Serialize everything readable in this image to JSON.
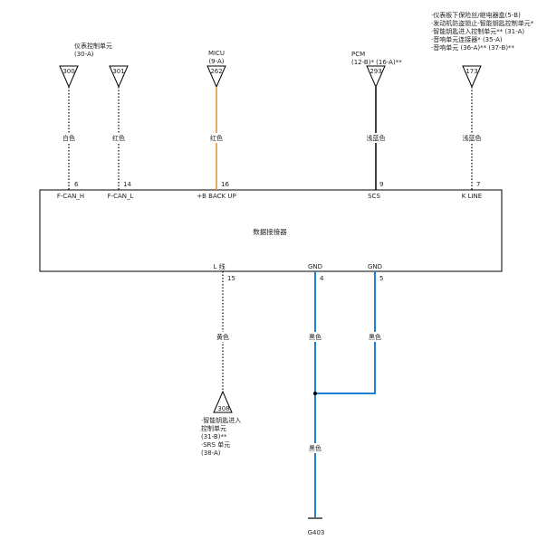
{
  "diagram": {
    "connector_title": "数据接接器",
    "colors": {
      "black_wire": "#000000",
      "orange_wire": "#e38a2a",
      "blue_wire": "#1f7fd6",
      "box": "#000000"
    },
    "top_pins": [
      {
        "terminal": "F-CAN_H",
        "pin": "6",
        "wire_color": "白色",
        "connector_no": "300",
        "dest": [
          "仪表控制单元",
          "(30-A)"
        ],
        "style": "dotted"
      },
      {
        "terminal": "F-CAN_L",
        "pin": "14",
        "wire_color": "红色",
        "connector_no": "301",
        "dest": [],
        "style": "dotted"
      },
      {
        "terminal": "+B BACK UP",
        "pin": "16",
        "wire_color": "红色",
        "connector_no": "262",
        "dest": [
          "MICU",
          "(9-A)"
        ],
        "style": "orange"
      },
      {
        "terminal": "SCS",
        "pin": "9",
        "wire_color": "浅蓝色",
        "connector_no": "293",
        "dest": [
          "PCM",
          "(12-B)* (16-A)**"
        ],
        "style": "solid"
      },
      {
        "terminal": "K LINE",
        "pin": "7",
        "wire_color": "浅蓝色",
        "connector_no": "173",
        "dest": [
          "·仪表板下保险丝/继电器盒(5-B)",
          "·发动机防盗锁止-智能钥匙控制单元*",
          "·智能钥匙进入控制单元** (31-A)",
          "·音响单元连接器* (35-A)",
          "·音响单元 (36-A)** (37-B)**"
        ],
        "style": "dotted"
      }
    ],
    "bottom_pins": [
      {
        "terminal": "L 线",
        "pin": "15",
        "wire_color": "黄色",
        "connector_no": "308",
        "dest": [
          "·智能钥匙进入",
          "控制单元",
          "(31-B)**",
          "·SRS 单元",
          "(38-A)"
        ],
        "style": "dotted"
      },
      {
        "terminal": "GND",
        "pin": "4",
        "wire_color": "黑色",
        "style": "blue"
      },
      {
        "terminal": "GND",
        "pin": "5",
        "wire_color": "黑色",
        "style": "blue"
      }
    ],
    "ground_wire_color": "黑色",
    "ground_label": "G403"
  }
}
